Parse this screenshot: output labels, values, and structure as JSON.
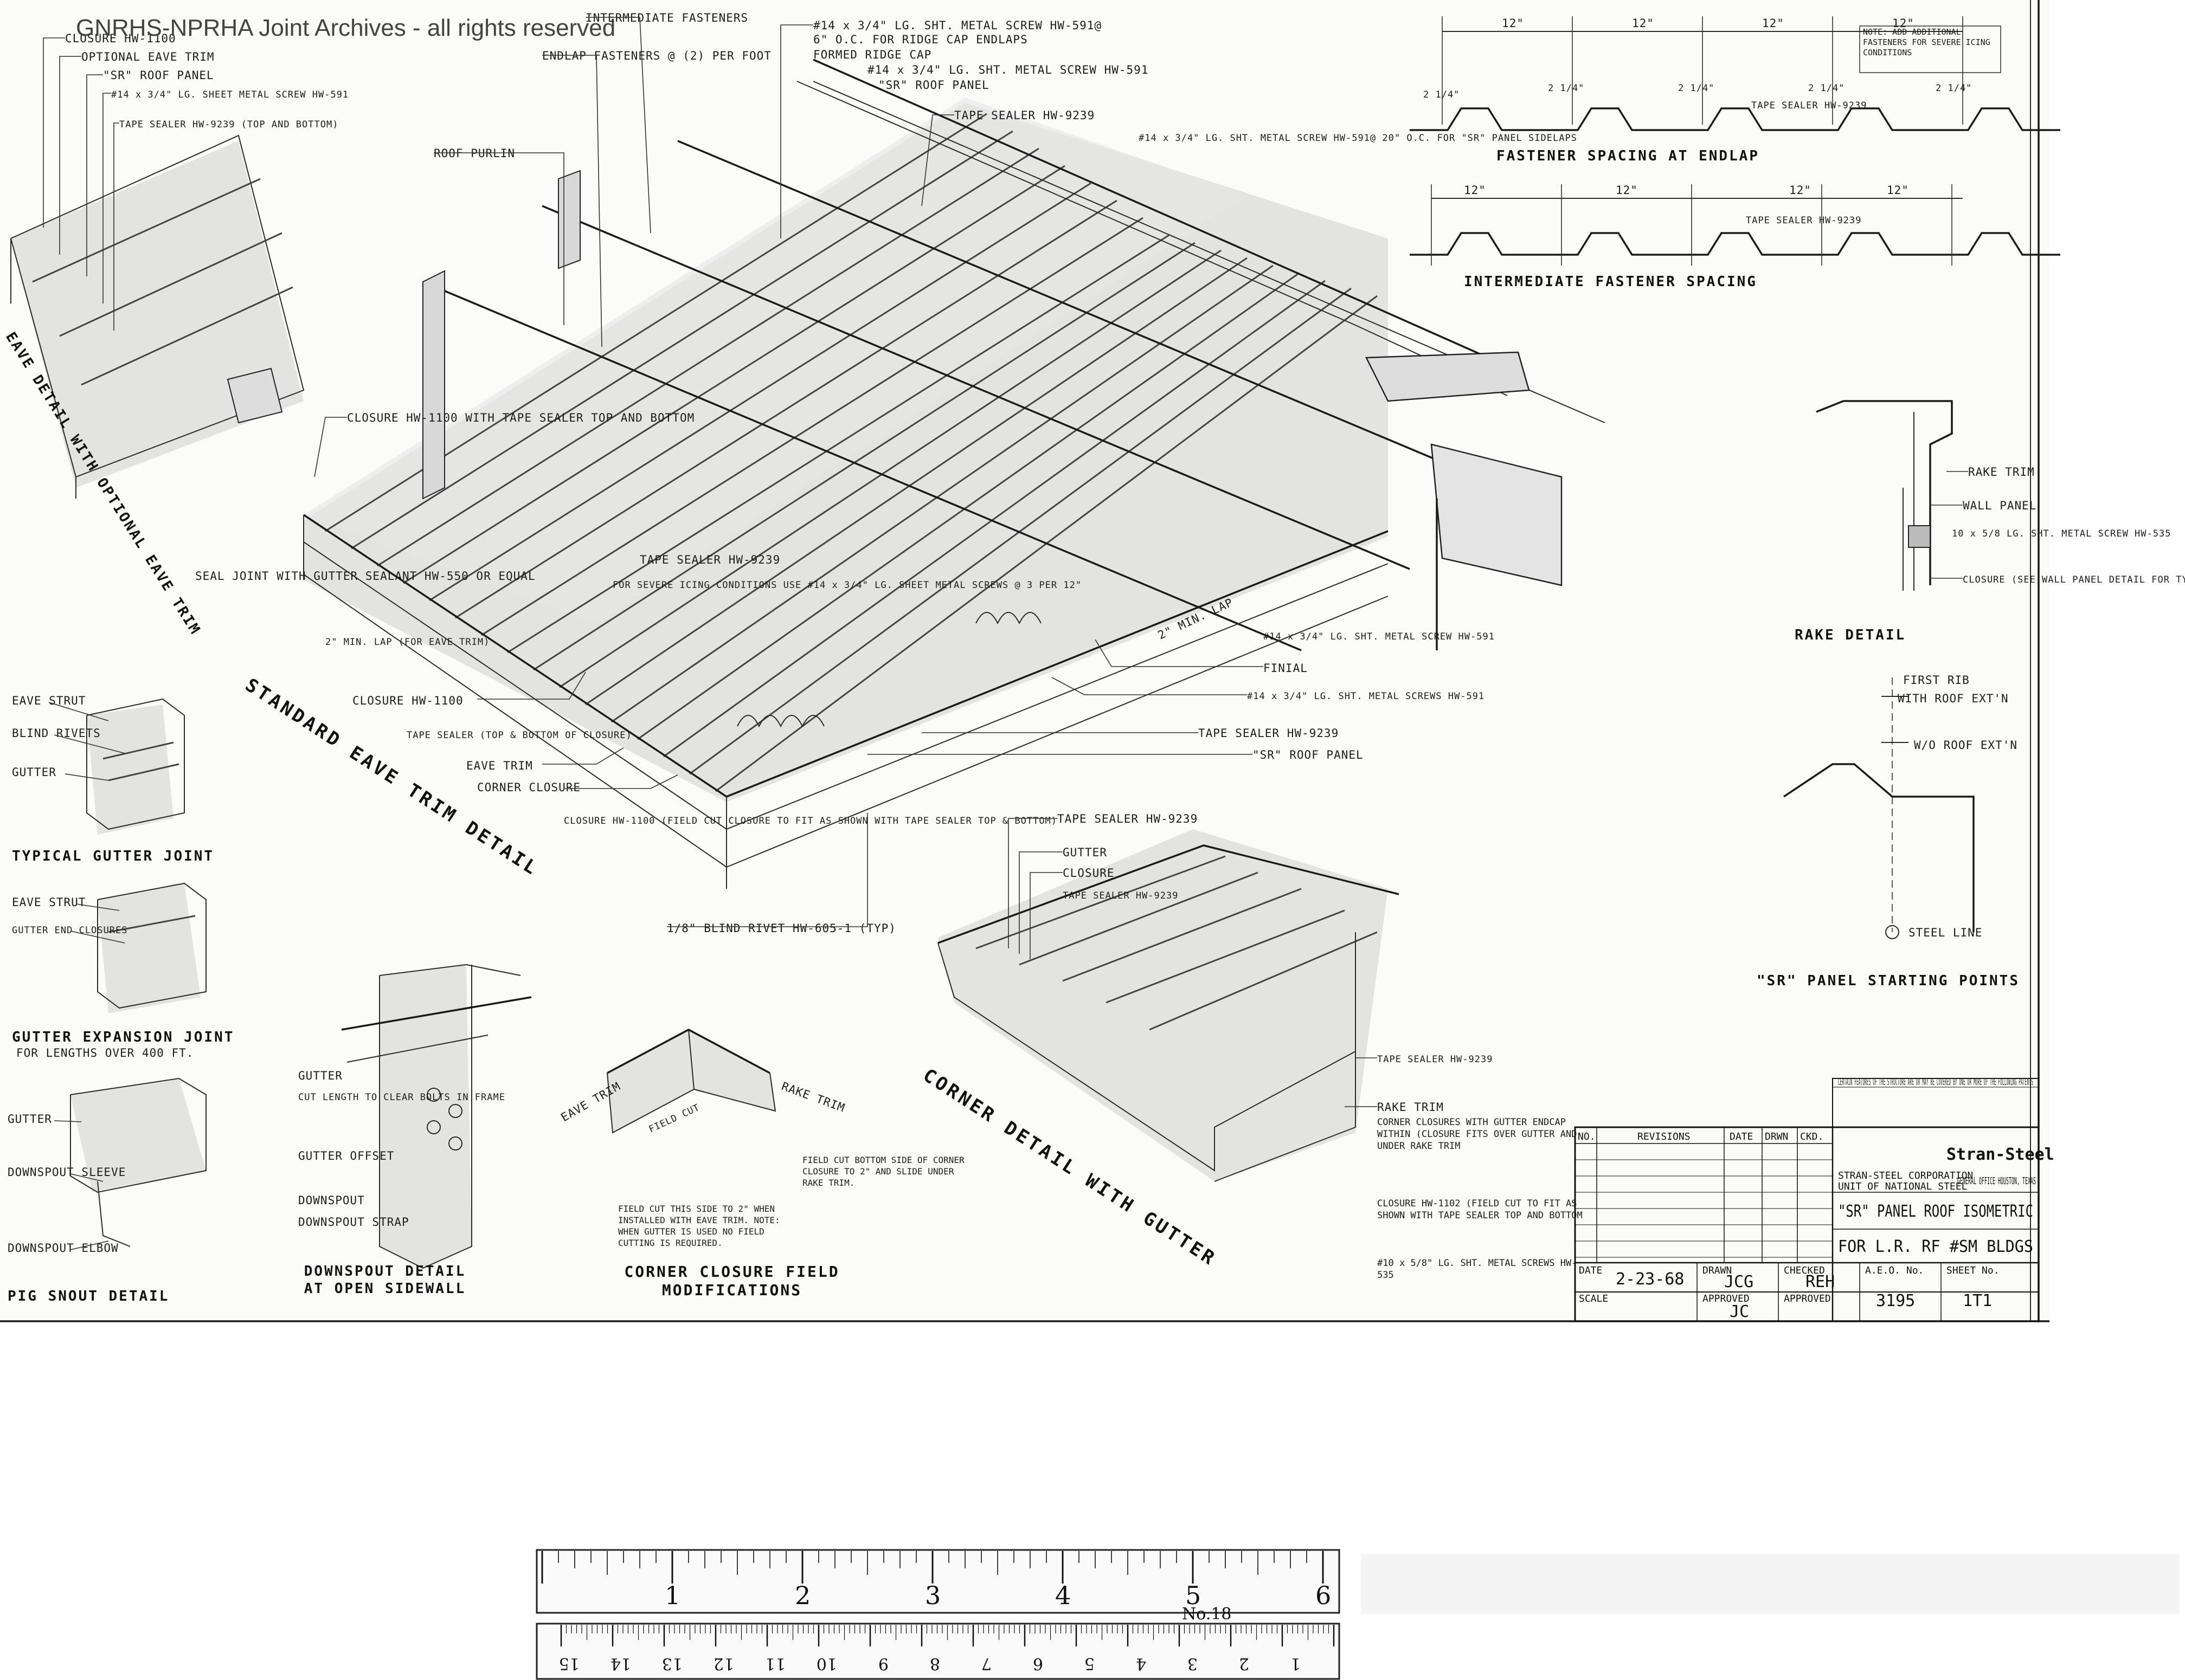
{
  "watermark": "GNRHS-NPRHA Joint Archives - all rights reserved",
  "notes": {
    "top_left": [
      "CLOSURE HW-1100",
      "OPTIONAL EAVE TRIM",
      "\"SR\" ROOF PANEL",
      "#14 x 3/4\" LG. SHEET METAL SCREW HW-591",
      "TAPE SEALER HW-9239 (TOP AND BOTTOM)"
    ],
    "top_center": [
      "INTERMEDIATE FASTENERS",
      "#14 x 3/4\" LG. SHT. METAL SCREW HW-591@",
      "6\" O.C. FOR RIDGE CAP ENDLAPS",
      "FORMED RIDGE CAP",
      "#14 x 3/4\" LG. SHT. METAL SCREW HW-591",
      "\"SR\" ROOF PANEL",
      "ENDLAP FASTENERS @ (2) PER FOOT",
      "TAPE SEALER HW-9239",
      "#14 x 3/4\" LG. SHT. METAL SCREW HW-591@ 20\" O.C. FOR \"SR\" PANEL SIDELAPS",
      "ROOF PURLIN"
    ],
    "center": [
      "CLOSURE HW-1100 WITH TAPE SEALER TOP AND BOTTOM",
      "TAPE SEALER HW-9239",
      "FOR SEVERE ICING CONDITIONS USE #14 x 3/4\" LG. SHEET METAL SCREWS @ 3 PER 12\"",
      "SEAL JOINT WITH GUTTER SEALANT HW-550 OR EQUAL",
      "2\" MIN. LAP (FOR EAVE TRIM)",
      "CLOSURE HW-1100",
      "TAPE SEALER (TOP & BOTTOM OF CLOSURE)",
      "EAVE TRIM",
      "CORNER CLOSURE",
      "CLOSURE HW-1100 (FIELD CUT CLOSURE TO FIT AS SHOWN WITH TAPE SEALER TOP & BOTTOM)",
      "1/8\" BLIND RIVET HW-605-1 (TYP)"
    ],
    "right_center": [
      "2\" MIN. LAP",
      "#14 x 3/4\" LG. SHT. METAL SCREW HW-591",
      "FINIAL",
      "#14 x 3/4\" LG. SHT. METAL SCREWS HW-591",
      "TAPE SEALER HW-9239",
      "\"SR\" ROOF PANEL"
    ],
    "corner": [
      "TAPE SEALER HW-9239",
      "GUTTER",
      "CLOSURE",
      "TAPE SEALER HW-9239",
      "TAPE SEALER HW-9239",
      "RAKE TRIM",
      "CORNER CLOSURES WITH GUTTER ENDCAP WITHIN (CLOSURE FITS OVER GUTTER AND UNDER RAKE TRIM",
      "CLOSURE HW-1102 (FIELD CUT TO FIT AS SHOWN WITH TAPE SEALER TOP AND BOTTOM",
      "#10 x 5/8\" LG. SHT. METAL SCREWS HW-535"
    ],
    "field_mod": [
      "EAVE TRIM",
      "RAKE TRIM",
      "FIELD CUT",
      "FIELD CUT BOTTOM SIDE OF CORNER CLOSURE TO 2\" AND SLIDE UNDER RAKE TRIM.",
      "FIELD CUT THIS SIDE TO 2\" WHEN INSTALLED WITH EAVE TRIM. NOTE: WHEN GUTTER IS USED NO FIELD CUTTING IS REQUIRED."
    ],
    "gutter": [
      "EAVE STRUT",
      "BLIND RIVETS",
      "GUTTER",
      "EAVE STRUT",
      "GUTTER END CLOSURES",
      "GUTTER",
      "DOWNSPOUT SLEEVE",
      "DOWNSPOUT ELBOW",
      "GUTTER",
      "CUT LENGTH TO CLEAR BOLTS IN FRAME",
      "GUTTER OFFSET",
      "DOWNSPOUT",
      "DOWNSPOUT STRAP"
    ],
    "rake": [
      "RAKE TRIM",
      "WALL PANEL",
      "10 x 5/8 LG. SHT. METAL SCREW HW-535",
      "CLOSURE (SEE WALL PANEL DETAIL FOR TYPE)"
    ],
    "start": [
      "FIRST RIB",
      "WITH ROOF EXT'N",
      "W/O ROOF EXT'N",
      "STEEL LINE"
    ],
    "spacing_dims": [
      "12\"",
      "12\"",
      "12\"",
      "12\"",
      "2 1/4\"",
      "2 1/4\"",
      "2 1/4\"",
      "2 1/4\"",
      "2 1/4\""
    ],
    "spacing_note": "NOTE: ADD ADDITIONAL FASTENERS FOR SEVERE ICING CONDITIONS",
    "spacing_tape": "TAPE SEALER HW-9239"
  },
  "titles": {
    "eave_optional": "EAVE DETAIL WITH OPTIONAL EAVE TRIM",
    "standard_eave": "STANDARD EAVE TRIM DETAIL",
    "gutter_joint": "TYPICAL GUTTER JOINT",
    "gutter_expansion": "GUTTER EXPANSION JOINT",
    "gutter_expansion_sub": "FOR LENGTHS OVER 400 FT.",
    "pig_snout": "PIG SNOUT DETAIL",
    "downspout_open": "DOWNSPOUT DETAIL AT OPEN SIDEWALL",
    "corner_closure": "CORNER CLOSURE FIELD MODIFICATIONS",
    "corner_gutter": "CORNER DETAIL WITH GUTTER",
    "fastener_endlap": "FASTENER SPACING AT ENDLAP",
    "intermediate": "INTERMEDIATE FASTENER SPACING",
    "rake": "RAKE DETAIL",
    "start_points": "\"SR\" PANEL STARTING POINTS"
  },
  "title_block": {
    "company": "STRAN-STEEL CORPORATION",
    "company_sub": "UNIT OF NATIONAL STEEL",
    "office": "GENERAL OFFICE HOUSTON, TEXAS",
    "brand": "Stran-Steel",
    "drawing_title": "\"SR\" PANEL ROOF ISOMETRIC",
    "drawing_sub": "FOR L.R. RF #SM BLDGS",
    "col_no": "NO.",
    "col_revisions": "REVISIONS",
    "col_date": "DATE",
    "col_drawn": "DRWN",
    "col_ckd": "CKD.",
    "date_label": "DATE",
    "date_value": "2-23-68",
    "drawn_label": "DRAWN",
    "drawn_value": "JCG",
    "checked_label": "CHECKED",
    "checked_value": "REH",
    "scale_label": "SCALE",
    "approved_label": "APPROVED",
    "approved_value": "JC",
    "approved2_label": "APPROVED",
    "aeo_label": "A.E.O. No.",
    "aeo_value": "3195",
    "sheet_label": "SHEET No.",
    "sheet_value": "1T1",
    "patent_note": "CERTAIN FEATURES OF THE STRUCTURE ARE OR MAY BE COVERED BY ONE OR MORE OF THE FOLLOWING PATENTS"
  },
  "ruler": {
    "inches": [
      "1",
      "2",
      "3",
      "4",
      "5",
      "6"
    ],
    "cm": [
      "1",
      "2",
      "3",
      "4",
      "5",
      "6",
      "7",
      "8",
      "9",
      "10",
      "11",
      "12",
      "13",
      "14",
      "15"
    ],
    "brand": "No.18"
  }
}
